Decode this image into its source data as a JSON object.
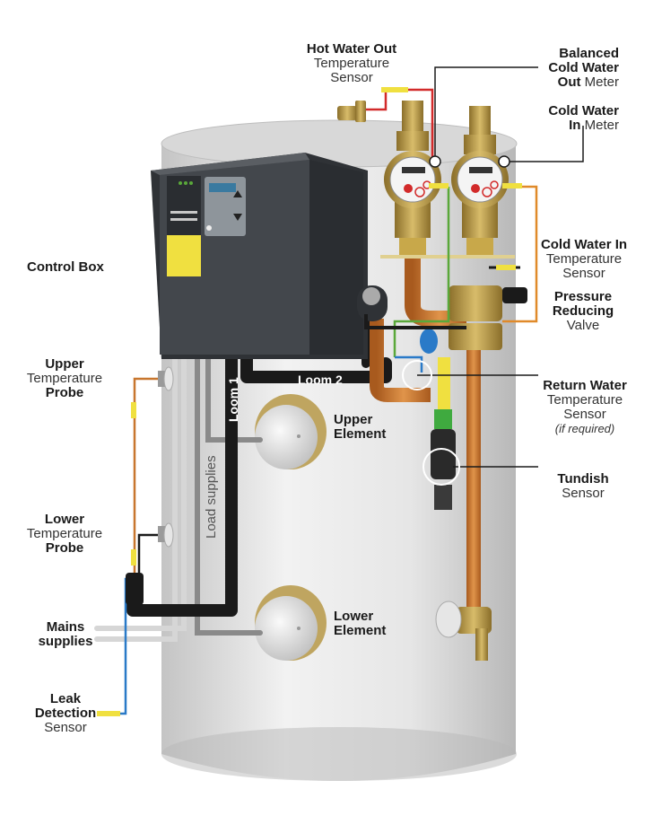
{
  "labels": {
    "hot_water_out": {
      "title": "Hot Water Out",
      "line2": "Temperature",
      "line3": "Sensor"
    },
    "balanced_cold_meter": {
      "line1": "Balanced",
      "line2": "Cold Water",
      "line3_bold": "Out",
      "line3_normal": "Meter"
    },
    "cold_water_in_meter": {
      "line1": "Cold Water",
      "line2_bold": "In",
      "line2_normal": "Meter"
    },
    "control_box": "Control Box",
    "cold_water_in_sensor": {
      "title": "Cold Water In",
      "line2": "Temperature",
      "line3": "Sensor"
    },
    "pressure_valve": {
      "line1": "Pressure",
      "line2": "Reducing",
      "line3": "Valve"
    },
    "upper_probe": {
      "line1": "Upper",
      "line2": "Temperature",
      "line3": "Probe"
    },
    "return_water": {
      "title": "Return Water",
      "line2": "Temperature",
      "line3": "Sensor",
      "note": "(if required)"
    },
    "upper_element": {
      "line1": "Upper",
      "line2": "Element"
    },
    "tundish": {
      "line1": "Tundish",
      "line2": "Sensor"
    },
    "lower_probe": {
      "line1": "Lower",
      "line2": "Temperature",
      "line3": "Probe"
    },
    "mains": {
      "line1": "Mains",
      "line2": "supplies"
    },
    "lower_element": {
      "line1": "Lower",
      "line2": "Element"
    },
    "leak": {
      "line1": "Leak",
      "line2": "Detection",
      "line3": "Sensor"
    },
    "loom1": "Loom 1",
    "loom2": "Loom 2",
    "load_supplies": "Load supplies"
  },
  "colors": {
    "cylinder": "#dcdcdc",
    "control_box": "#3d4045",
    "copper": "#c8762e",
    "brass": "#b8984a",
    "loom": "#1a1a1a",
    "sensor_red": "#d22a2a",
    "sensor_orange": "#e08a2a",
    "sensor_green": "#5aa83a",
    "sensor_blue": "#2a7ac8",
    "display_yellow": "#f0e040"
  }
}
